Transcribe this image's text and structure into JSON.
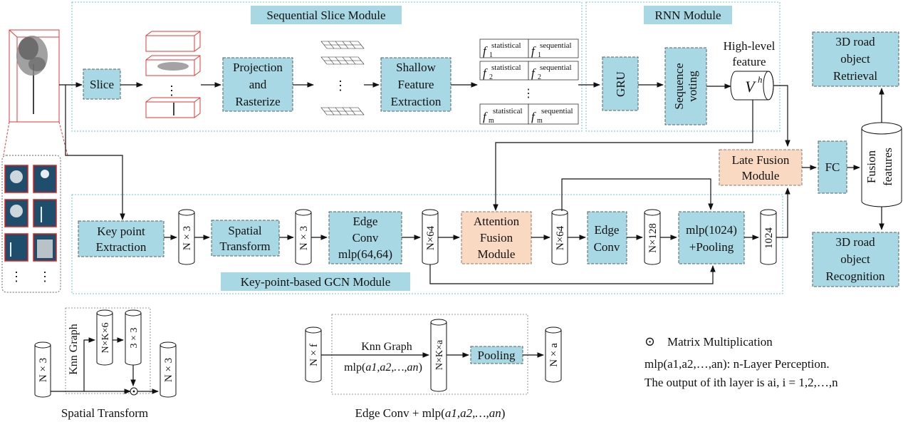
{
  "modules": {
    "sequential": "Sequential Slice Module",
    "rnn": "RNN Module",
    "gcn": "Key-point-based GCN Module"
  },
  "blocks": {
    "slice": "Slice",
    "projection": [
      "Projection",
      "and",
      "Rasterize"
    ],
    "shallow": [
      "Shallow",
      "Feature",
      "Extraction"
    ],
    "gru": "GRU",
    "sequence_voting": [
      "Sequence",
      "voting"
    ],
    "high_level": [
      "High-level",
      "feature"
    ],
    "vh": "V",
    "vh_sup": "h",
    "retrieval": [
      "3D road",
      "object",
      "Retrieval"
    ],
    "recognition": [
      "3D road",
      "object",
      "Recognition"
    ],
    "fc": "FC",
    "fusion_features": [
      "Fusion",
      "features"
    ],
    "late_fusion": [
      "Late Fusion",
      "Module"
    ],
    "keypoint": [
      "Key point",
      "Extraction"
    ],
    "spatial": [
      "Spatial",
      "Transform"
    ],
    "edgeconv1": [
      "Edge",
      "Conv",
      "mlp(64,64)"
    ],
    "attention": [
      "Attention",
      "Fusion",
      "Module"
    ],
    "edgeconv2": [
      "Edge",
      "Conv"
    ],
    "mlp1024": [
      "mlp(1024)",
      "+Pooling"
    ]
  },
  "features": {
    "stat": "statistical",
    "seq": "sequential",
    "rows": [
      "1",
      "2",
      "m"
    ],
    "f": "f"
  },
  "dims": {
    "n3": "N × 3",
    "n64": "N×64",
    "n128": "N×128",
    "d1024": "1024",
    "nk6": "N×K×6",
    "d33": "3 × 3",
    "nf": "N × f",
    "nka": "N×K×a",
    "na": "N × a",
    "sub_n": "n"
  },
  "lower": {
    "knn_graph": "Knn Graph",
    "pooling": "Pooling",
    "spatial_caption": "Spatial Transform",
    "edge_caption_prefix": "Edge Conv + mlp(",
    "mlp_args": "a1,a2,…,an",
    "mlp_prefix": "mlp(",
    "mlp_suffix": ")"
  },
  "legend": {
    "symbol": "⊙",
    "matrix": "Matrix Multiplication",
    "mlp_def": "mlp(a1,a2,…,an): n-Layer Perception.",
    "output_def": "The output of ith layer is ai, i = 1,2,…,n"
  },
  "dots": "⋮",
  "dots_h": "…"
}
